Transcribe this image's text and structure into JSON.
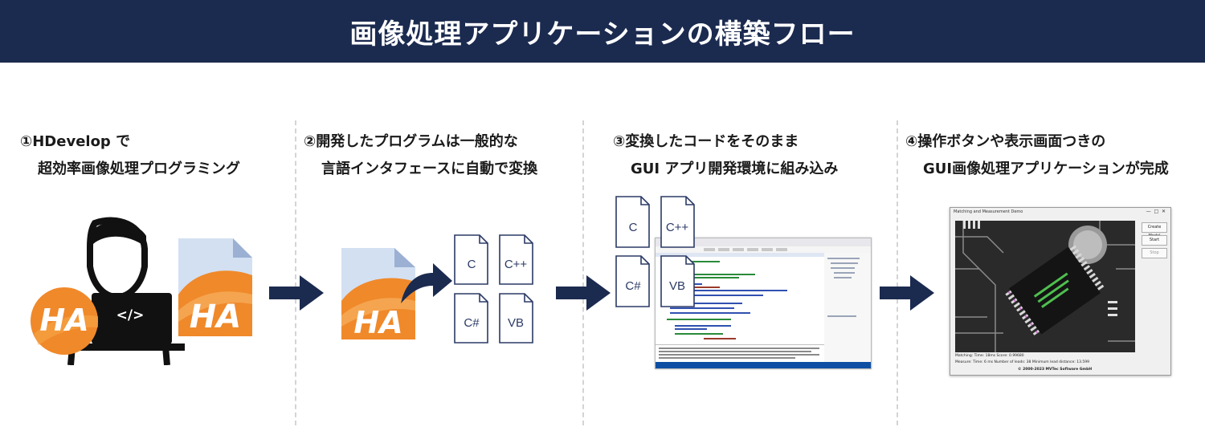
{
  "title": "画像処理アプリケーションの構築フロー",
  "steps": [
    {
      "line1": "①HDevelop で",
      "line2": "超効率画像処理プログラミング"
    },
    {
      "line1": "②開発したプログラムは一般的な",
      "line2": "言語インタフェースに自動で変換"
    },
    {
      "line1": "③変換したコードをそのまま",
      "line2": "GUI アプリ開発環境に組み込み"
    },
    {
      "line1": "④操作ボタンや表示画面つきの",
      "line2": "GUI画像処理アプリケーションが完成"
    }
  ],
  "logo_text": "HA",
  "code_glyph": "</>",
  "languages": [
    "C",
    "C++",
    "C#",
    "VB"
  ],
  "app_window": {
    "title": "Matching and Measurement Demo",
    "buttons": [
      "Create Model",
      "Start",
      "Stop"
    ],
    "stats": {
      "matching": "Matching:   Time:   18ms     Score: 0.99680",
      "measure": "Measure:    Time:    6 ms     Number of leads: 38        Minimum lead distance: 13.599"
    },
    "copyright": "© 2000-2023 MVTec Software GmbH"
  },
  "colors": {
    "header_bg": "#1b2a4f",
    "arrow": "#1b2a4f",
    "logo_orange": "#f0892a",
    "doc_blue": "#cfddf0",
    "outline": "#2b3a66"
  }
}
